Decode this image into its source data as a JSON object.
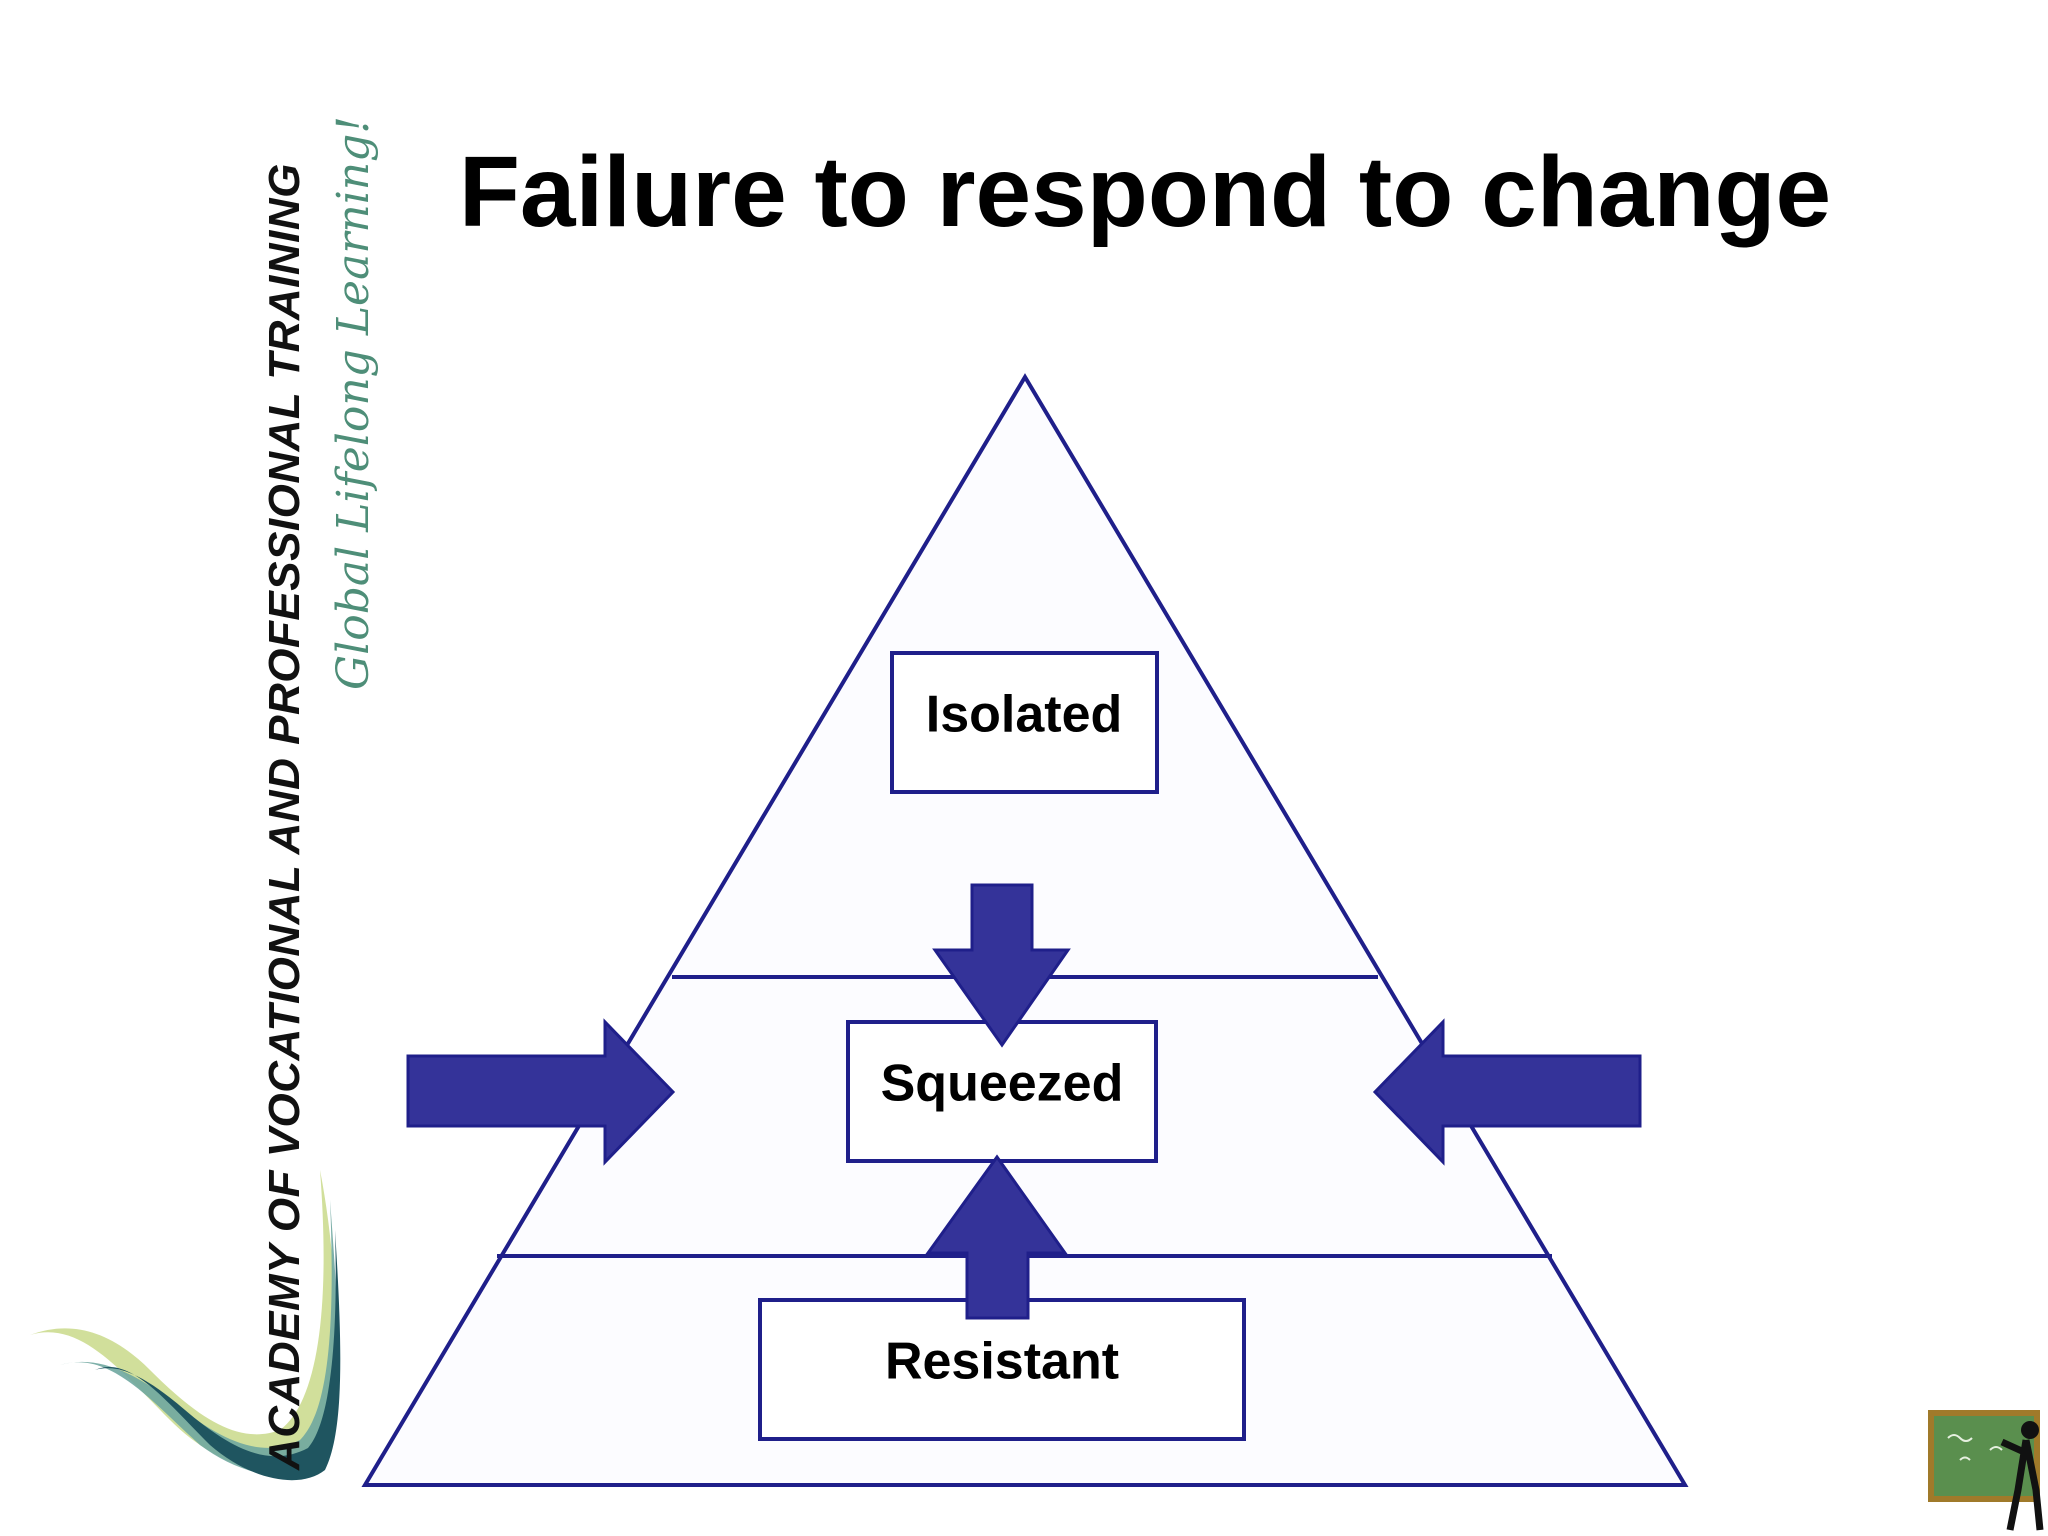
{
  "slide": {
    "title": "Failure to respond to change"
  },
  "branding": {
    "organization": "ACADEMY OF VOCATIONAL AND PROFESSIONAL TRAINING",
    "tagline": "Global Lifelong Learning!"
  },
  "pyramid": {
    "levels": [
      {
        "label": "Isolated"
      },
      {
        "label": "Squeezed"
      },
      {
        "label": "Resistant"
      }
    ]
  },
  "colors": {
    "outline": "#1f1f8a",
    "arrow_fill": "#343399",
    "box_border": "#1f1f8a",
    "logo_dark": "#1f5560",
    "logo_mid": "#6fa7a0",
    "logo_light": "#c9d98a",
    "tagline": "#4e8e78",
    "chalkboard": "#5a8f4e"
  },
  "icons": [
    "swoosh-logo",
    "teacher-chalkboard-icon"
  ]
}
